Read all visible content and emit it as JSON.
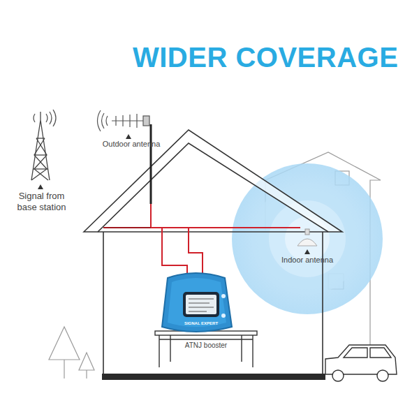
{
  "diagram": {
    "title": "WIDER COVERAGE",
    "labels": [
      "Outdoor antenna",
      "Signal from base station",
      "Indoor antenna",
      "ATNJ booster",
      "SIGNAL EXPERT"
    ]
  }
}
